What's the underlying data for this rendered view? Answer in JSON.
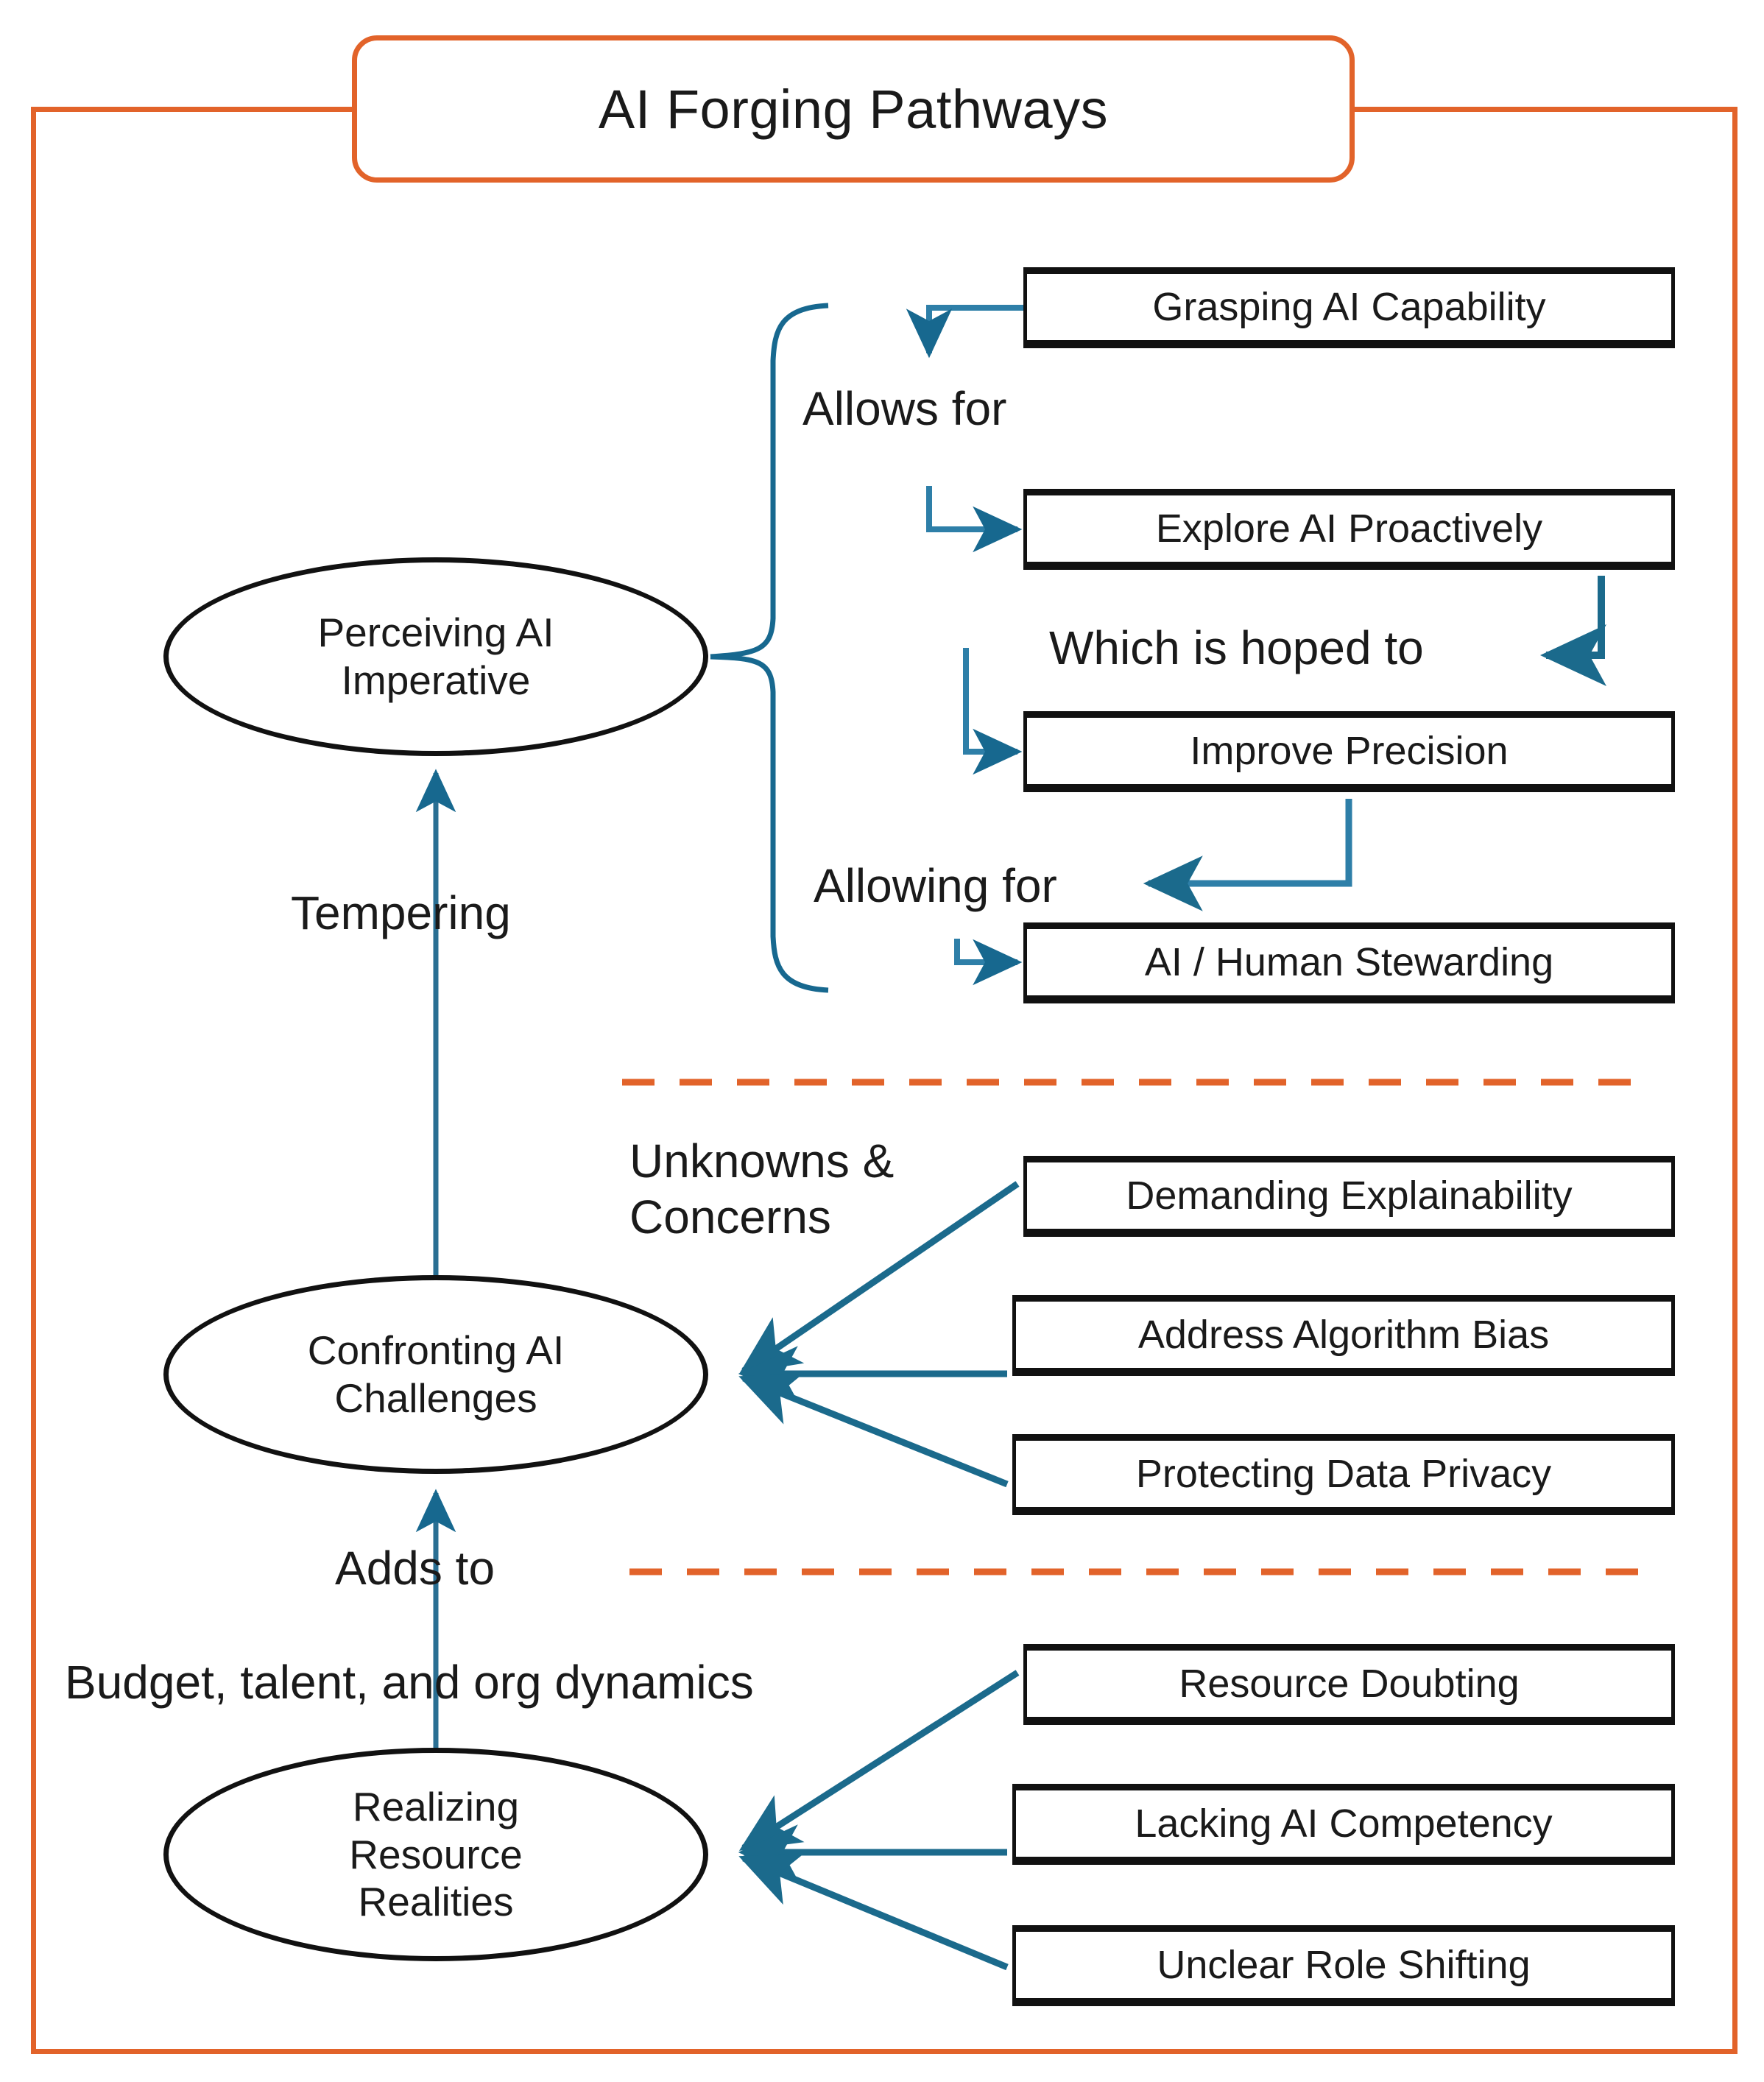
{
  "diagram": {
    "title": "AI Forging Pathways",
    "accent_color": "#E2632A",
    "connector_color": "#17688F",
    "node_border_color": "#111111",
    "background": "#FFFFFF"
  },
  "clusters": [
    {
      "id": "perceiving",
      "ellipse_label": "Perceiving AI\nImperative",
      "relations": [
        {
          "id": "allows-for",
          "label": "Allows for"
        },
        {
          "id": "which-is-hoped-to",
          "label": "Which is hoped to"
        },
        {
          "id": "allowing-for",
          "label": "Allowing for"
        }
      ],
      "nodes": [
        {
          "id": "grasping-ai-capability",
          "label": "Grasping  AI Capability"
        },
        {
          "id": "explore-ai-proactively",
          "label": "Explore AI Proactively"
        },
        {
          "id": "improve-precision",
          "label": "Improve Precision"
        },
        {
          "id": "ai-human-stewarding",
          "label": "AI / Human Stewarding"
        }
      ]
    },
    {
      "id": "confronting",
      "ellipse_label": "Confronting AI\nChallenges",
      "relations": [
        {
          "id": "unknowns-concerns",
          "label": "Unknowns &\nConcerns"
        }
      ],
      "nodes": [
        {
          "id": "demanding-explainability",
          "label": "Demanding Explainability"
        },
        {
          "id": "address-algorithm-bias",
          "label": "Address Algorithm Bias"
        },
        {
          "id": "protecting-data-privacy",
          "label": "Protecting Data Privacy"
        }
      ]
    },
    {
      "id": "resource",
      "ellipse_label": "Realizing\nResource\nRealities",
      "relations": [
        {
          "id": "budget-talent-org",
          "label": "Budget, talent, and org dynamics"
        }
      ],
      "nodes": [
        {
          "id": "resource-doubting",
          "label": "Resource Doubting"
        },
        {
          "id": "lacking-ai-competency",
          "label": "Lacking AI Competency"
        },
        {
          "id": "unclear-role-shifting",
          "label": "Unclear Role Shifting"
        }
      ]
    }
  ],
  "vertical_links": [
    {
      "id": "tempering",
      "label": "Tempering",
      "from": "confronting",
      "to": "perceiving"
    },
    {
      "id": "adds-to",
      "label": "Adds to",
      "from": "resource",
      "to": "confronting"
    }
  ]
}
